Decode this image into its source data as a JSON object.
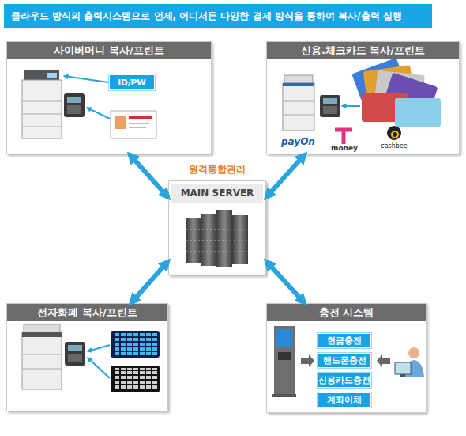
{
  "diagram": {
    "title": "클라우드 방식의 출력시스템으로 언제, 어디서든 다양한 결제 방식을 통하여 복사/출력 실행",
    "nodes": [
      {
        "text": [
          "사이버머니 복사/프린트"
        ]
      },
      {
        "text": [
          "ID/PW"
        ],
        "in": 0
      },
      {
        "text": [
          "신용.체크카드 복사/프린트"
        ]
      },
      {
        "text": [
          "원격통합관리",
          "MAIN SERVER"
        ]
      },
      {
        "text": [
          "전자화폐 복사/프린트"
        ]
      },
      {
        "text": [
          "충전 시스템"
        ]
      },
      {
        "text": [
          "현금충전"
        ],
        "in": 5
      },
      {
        "text": [
          "핸드폰충전"
        ],
        "in": 5
      },
      {
        "text": [
          "신용카드충전"
        ],
        "in": 5
      },
      {
        "text": [
          "계좌이체"
        ],
        "in": 5
      }
    ],
    "edges": [
      {
        "from": 0,
        "to": 3,
        "arrow": "both"
      },
      {
        "from": 2,
        "to": 3,
        "arrow": "both"
      },
      {
        "from": 3,
        "to": 4,
        "arrow": "both"
      },
      {
        "from": 3,
        "to": 5,
        "arrow": "both"
      }
    ],
    "labels": [
      "payOn",
      "money",
      "cashbee"
    ]
  }
}
